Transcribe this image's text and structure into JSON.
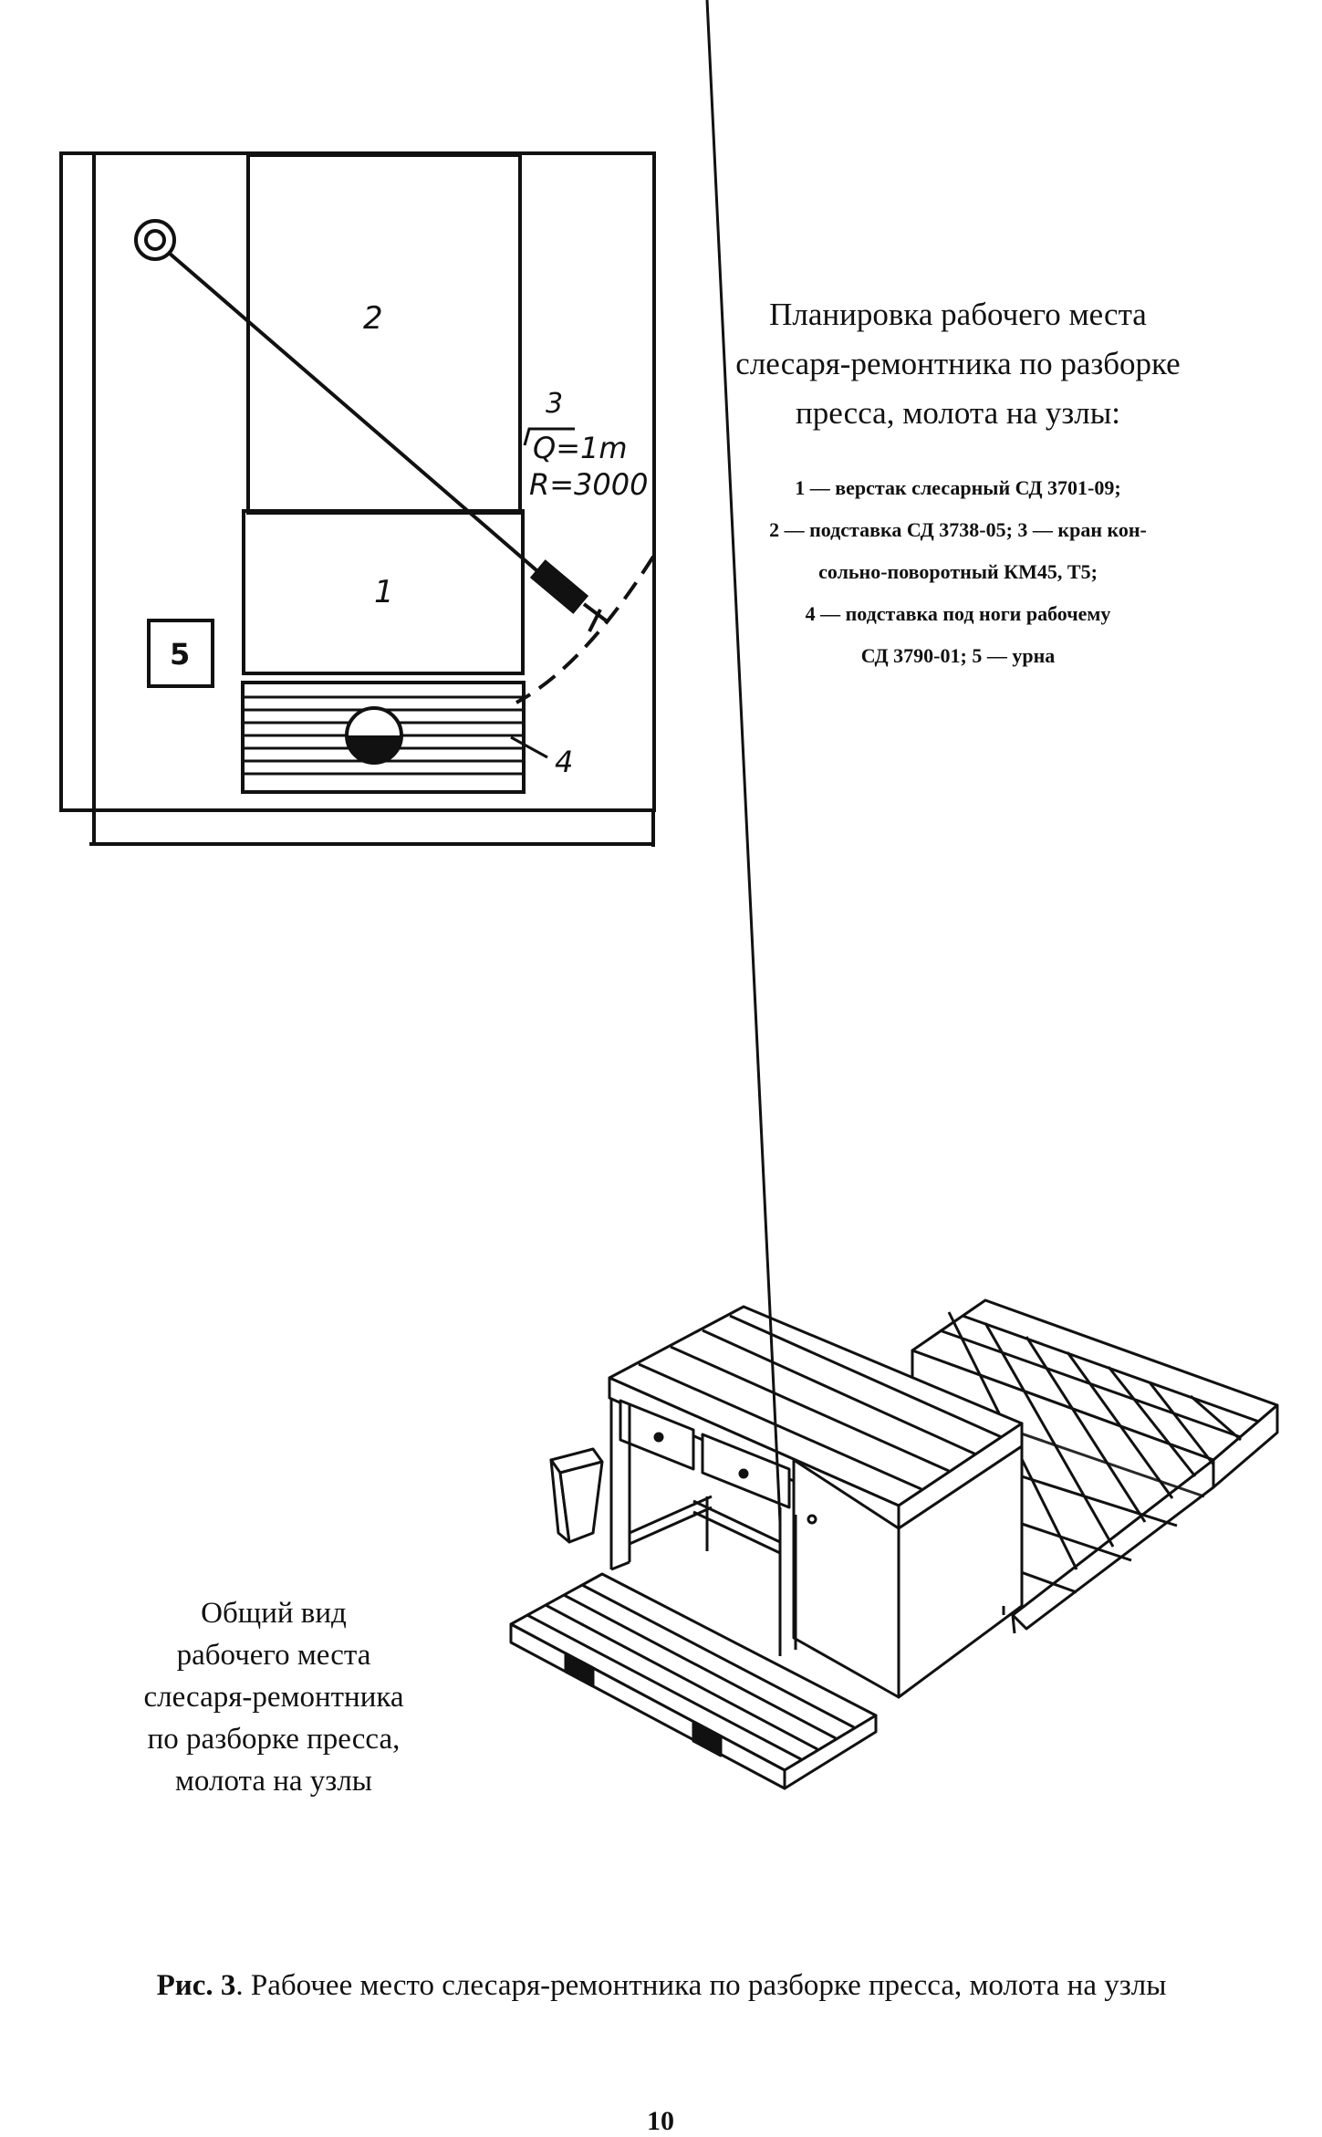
{
  "plan": {
    "labels": {
      "stand": "2",
      "workbench": "1",
      "crane": "3",
      "crane_q": "Q=1m",
      "crane_r": "R=3000",
      "footrest": "4",
      "bin": "5"
    },
    "title_lines": [
      "Планировка рабочего места",
      "слесаря-ремонтника по разборке",
      "пресса, молота на узлы:"
    ],
    "legend_lines": [
      "1 — верстак слесарный СД 3701-09;",
      "2 — подставка СД 3738-05; 3 — кран кон-",
      "сольно-поворотный КМ45, Т5;",
      "4 — подставка под ноги рабочему",
      "СД 3790-01; 5 — урна"
    ]
  },
  "general_view": {
    "title_lines": [
      "Общий вид",
      "рабочего места",
      "слесаря-ремонтника",
      "по разборке пресса,",
      "молота на узлы"
    ]
  },
  "caption": {
    "prefix": "Рис. 3",
    "text": ". Рабочее место слесаря-ремонтника по разборке пресса, молота на узлы"
  },
  "page_number": "10"
}
